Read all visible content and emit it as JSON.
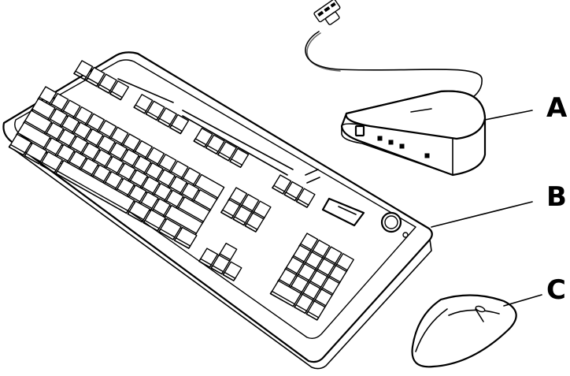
{
  "diagram": {
    "callouts": [
      {
        "id": "A",
        "letter": "A",
        "part": "wireless-receiver"
      },
      {
        "id": "B",
        "letter": "B",
        "part": "keyboard"
      },
      {
        "id": "C",
        "letter": "C",
        "part": "mouse"
      }
    ],
    "colors": {
      "line": "#000000",
      "background": "#ffffff"
    }
  }
}
